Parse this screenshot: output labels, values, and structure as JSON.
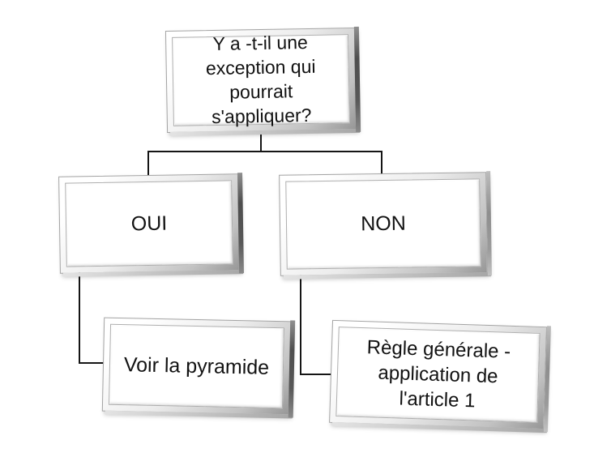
{
  "diagram": {
    "type": "flowchart",
    "background_color": "#ffffff",
    "connector_color": "#151515",
    "box_fill_color": "#ffffff",
    "box_frame_color": "#b5b5b5",
    "text_color": "#121212",
    "nodes": [
      {
        "id": "question",
        "label": "Y a -t-il une\nexception qui\npourrait s'appliquer?"
      },
      {
        "id": "oui",
        "label": "OUI"
      },
      {
        "id": "non",
        "label": "NON"
      },
      {
        "id": "pyramide",
        "label": "Voir la pyramide"
      },
      {
        "id": "regle",
        "label": "Règle générale -\napplication de\nl'article 1"
      }
    ],
    "edges": [
      {
        "from": "question",
        "to": "oui"
      },
      {
        "from": "question",
        "to": "non"
      },
      {
        "from": "oui",
        "to": "pyramide"
      },
      {
        "from": "non",
        "to": "regle"
      }
    ]
  }
}
